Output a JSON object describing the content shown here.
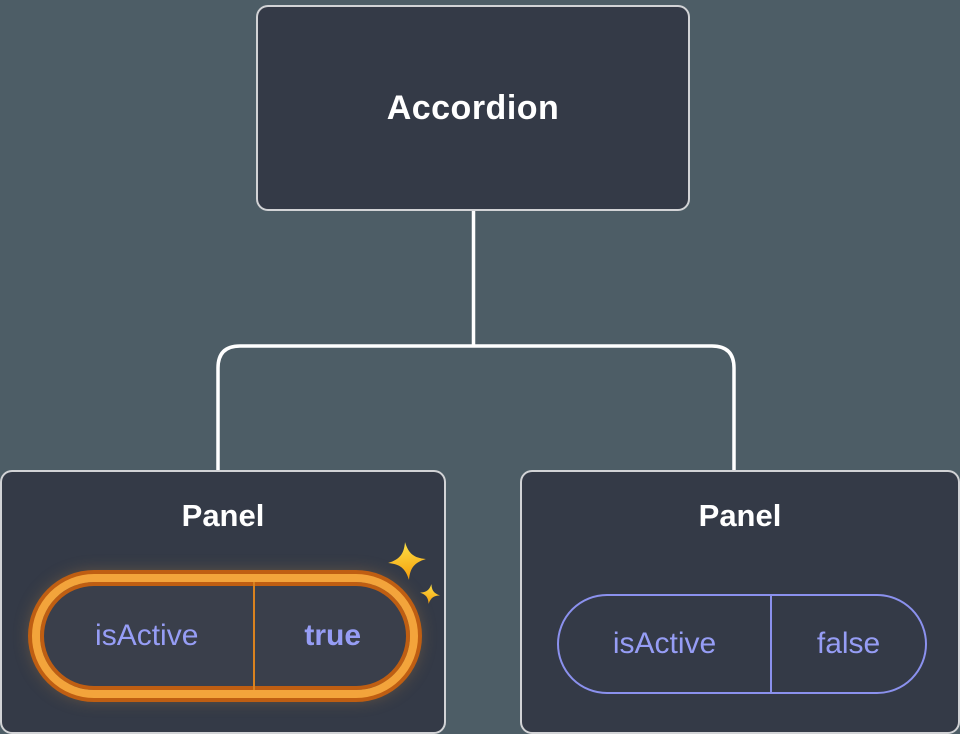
{
  "diagram": {
    "root": {
      "label": "Accordion"
    },
    "panels": [
      {
        "title": "Panel",
        "prop_name": "isActive",
        "prop_value": "true",
        "state": "active-highlighted"
      },
      {
        "title": "Panel",
        "prop_name": "isActive",
        "prop_value": "false",
        "state": "inactive"
      }
    ],
    "icons": [
      "sparkle-icon",
      "sparkle-icon"
    ],
    "colors": {
      "background": "#4d5d66",
      "box_fill": "#343a47",
      "box_border": "#ffffff",
      "connector_line": "#ffffff",
      "title_text": "#ffffff",
      "prop_text_purple": "#969df5",
      "pill_border_purple": "#8b91ee",
      "highlight_gold": "#f3a43b",
      "highlight_dark_orange": "#bf5e12",
      "sparkle_gold": "#fbbf24"
    }
  }
}
